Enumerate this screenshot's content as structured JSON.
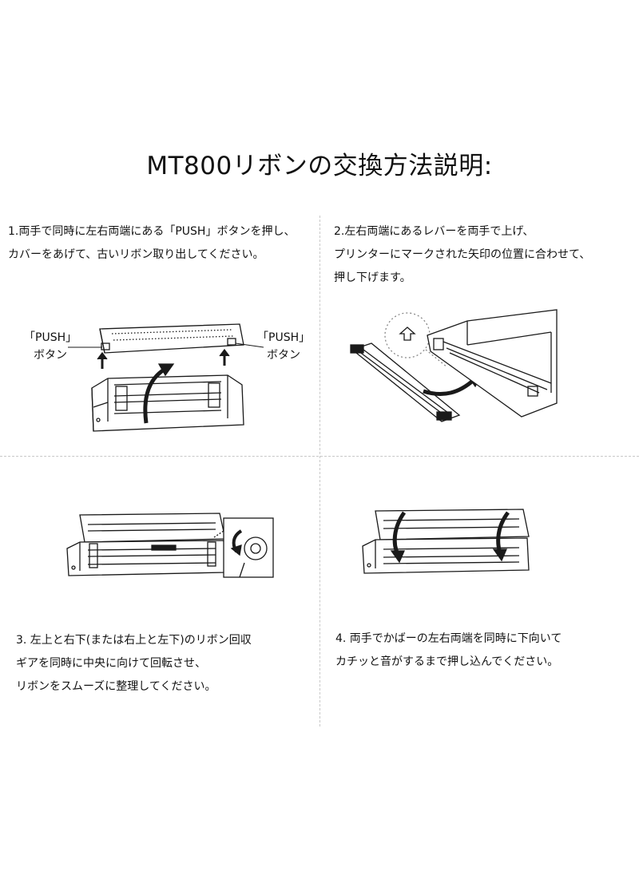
{
  "title": "MT800リボンの交換方法説明:",
  "steps": [
    {
      "lines": [
        "1.両手で同時に左右両端にある「PUSH」ボタンを押し、",
        "カバーをあげて、古いリボン取り出してください。"
      ]
    },
    {
      "lines": [
        "2.左右両端にあるレバーを両手で上げ、",
        "プリンターにマークされた矢印の位置に合わせて、",
        "押し下げます。"
      ]
    },
    {
      "lines": [
        "3. 左上と右下(または右上と左下)のリボン回収",
        "ギアを同時に中央に向けて回転させ、",
        "リボンをスムーズに整理してください。"
      ]
    },
    {
      "lines": [
        "4. 両手でかばーの左右両端を同時に下向いて",
        "カチッと音がするまで押し込んでください。"
      ]
    }
  ],
  "labels": {
    "push_left": [
      "「PUSH」",
      "ボタン"
    ],
    "push_right": [
      "「PUSH」",
      "ボタン"
    ]
  },
  "colors": {
    "line": "#1a1a1a",
    "divider": "#c8c8c8"
  }
}
